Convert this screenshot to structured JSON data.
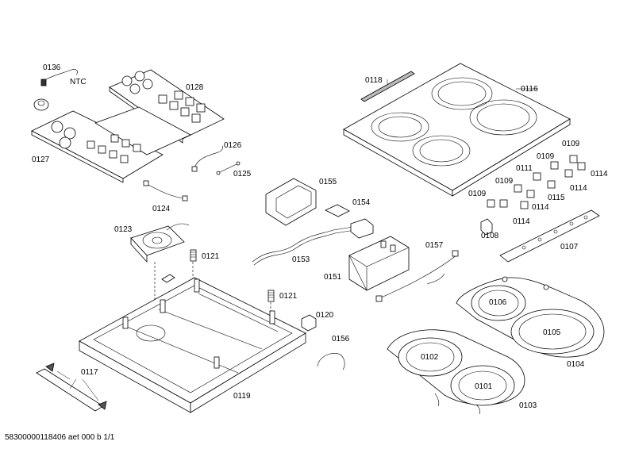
{
  "labels": {
    "p0136": "0136",
    "ntc": "NTC",
    "p0128": "0128",
    "p0127": "0127",
    "p0126": "0126",
    "p0125": "0125",
    "p0124": "0124",
    "p0118": "0118",
    "p0116": "0116",
    "p0155": "0155",
    "p0154": "0154",
    "p0153": "0153",
    "p0151": "0151",
    "p0157": "0157",
    "p0123": "0123",
    "p0121a": "0121",
    "p0121b": "0121",
    "p0120": "0120",
    "p0156": "0156",
    "p0117": "0117",
    "p0119": "0119",
    "p0109a": "0109",
    "p0109b": "0109",
    "p0109c": "0109",
    "p0109d": "0109",
    "p0111": "0111",
    "p0114a": "0114",
    "p0114b": "0114",
    "p0114c": "0114",
    "p0114d": "0114",
    "p0115": "0115",
    "p0108": "0108",
    "p0107": "0107",
    "p0106": "0106",
    "p0105": "0105",
    "p0104": "0104",
    "p0102": "0102",
    "p0101": "0101",
    "p0103": "0103"
  },
  "footer": "58300000118406 aet 000 b 1/1"
}
